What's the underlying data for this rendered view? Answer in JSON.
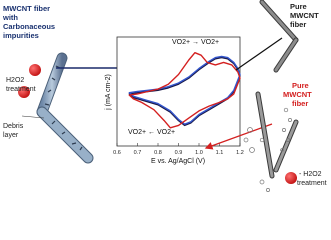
{
  "chart_data": {
    "type": "line",
    "xlabel": "E vs. Ag/AgCl (V)",
    "ylabel": "j (mA cm-2)",
    "xlim": [
      0.6,
      1.2
    ],
    "ylim": [
      -45,
      45
    ],
    "xticks": [
      "0.6",
      "0.7",
      "0.8",
      "0.9",
      "1.0",
      "1.1",
      "1.2"
    ],
    "annotations": {
      "oxidation": "VO2+ → VO2+",
      "reduction": "VO2+ ← VO2+"
    },
    "series": [
      {
        "color": "#1a1a4a",
        "upper": [
          [
            0.66,
            -2
          ],
          [
            0.7,
            -1
          ],
          [
            0.75,
            0
          ],
          [
            0.8,
            1
          ],
          [
            0.85,
            3
          ],
          [
            0.9,
            6
          ],
          [
            0.95,
            11
          ],
          [
            1.0,
            18
          ],
          [
            1.05,
            24
          ],
          [
            1.08,
            27
          ],
          [
            1.11,
            28
          ],
          [
            1.14,
            27
          ],
          [
            1.17,
            23
          ],
          [
            1.19,
            18
          ],
          [
            1.2,
            13
          ]
        ],
        "lower": [
          [
            1.2,
            13
          ],
          [
            1.17,
            0
          ],
          [
            1.14,
            -6
          ],
          [
            1.1,
            -10
          ],
          [
            1.05,
            -15
          ],
          [
            1.0,
            -20
          ],
          [
            0.96,
            -26
          ],
          [
            0.93,
            -28
          ],
          [
            0.9,
            -24
          ],
          [
            0.86,
            -17
          ],
          [
            0.8,
            -11
          ],
          [
            0.74,
            -8
          ],
          [
            0.68,
            -5
          ],
          [
            0.66,
            -2
          ]
        ]
      },
      {
        "color": "#3355cc",
        "upper": [
          [
            0.66,
            -1
          ],
          [
            0.7,
            0
          ],
          [
            0.75,
            1
          ],
          [
            0.8,
            2
          ],
          [
            0.85,
            4
          ],
          [
            0.9,
            7
          ],
          [
            0.95,
            12
          ],
          [
            1.0,
            19
          ],
          [
            1.05,
            25
          ],
          [
            1.08,
            28
          ],
          [
            1.11,
            29
          ],
          [
            1.14,
            28
          ],
          [
            1.17,
            24
          ],
          [
            1.19,
            19
          ],
          [
            1.2,
            14
          ]
        ],
        "lower": [
          [
            1.2,
            14
          ],
          [
            1.17,
            1
          ],
          [
            1.14,
            -5
          ],
          [
            1.1,
            -9
          ],
          [
            1.05,
            -14
          ],
          [
            1.0,
            -19
          ],
          [
            0.96,
            -25
          ],
          [
            0.93,
            -27
          ],
          [
            0.9,
            -23
          ],
          [
            0.86,
            -16
          ],
          [
            0.8,
            -10
          ],
          [
            0.74,
            -7
          ],
          [
            0.68,
            -4
          ],
          [
            0.66,
            -1
          ]
        ]
      },
      {
        "color": "#d42020",
        "upper": [
          [
            0.66,
            -3
          ],
          [
            0.7,
            -2
          ],
          [
            0.75,
            0
          ],
          [
            0.8,
            2
          ],
          [
            0.85,
            6
          ],
          [
            0.9,
            14
          ],
          [
            0.95,
            26
          ],
          [
            0.98,
            32
          ],
          [
            1.01,
            30
          ],
          [
            1.04,
            24
          ],
          [
            1.08,
            22
          ],
          [
            1.12,
            24
          ],
          [
            1.16,
            22
          ],
          [
            1.19,
            16
          ],
          [
            1.2,
            11
          ]
        ],
        "lower": [
          [
            1.2,
            11
          ],
          [
            1.17,
            -2
          ],
          [
            1.14,
            -6
          ],
          [
            1.1,
            -9
          ],
          [
            1.05,
            -12
          ],
          [
            1.0,
            -16
          ],
          [
            0.95,
            -22
          ],
          [
            0.9,
            -28
          ],
          [
            0.86,
            -30
          ],
          [
            0.83,
            -24
          ],
          [
            0.78,
            -15
          ],
          [
            0.72,
            -9
          ],
          [
            0.68,
            -6
          ],
          [
            0.66,
            -3
          ]
        ]
      }
    ]
  },
  "illustration": {
    "left_fiber_title": [
      "MWCNT fiber",
      "with",
      "Carbonaceous",
      "impurities"
    ],
    "left_treatment": [
      "H2O2",
      "treatment"
    ],
    "debris_label": [
      "Debris",
      "layer"
    ],
    "top_right_title": [
      "Pure",
      "MWCNT",
      "fiber"
    ],
    "bottom_right_title": [
      "Pure",
      "MWCNT",
      "fiber"
    ],
    "bottom_right_treatment": [
      "- H2O2",
      "treatment"
    ],
    "colors": {
      "title_dark": "#1a3270",
      "title_red": "#d42020",
      "fiber_blue": "#8aa4c0",
      "fiber_blue_dark": "#4a5f78",
      "fiber_grey": "#9a9a9a",
      "fiber_dark": "#3a3a3a",
      "droplet": "#d82020",
      "arrow_blue": "#1a2a6a",
      "arrow_red": "#d42020"
    }
  }
}
